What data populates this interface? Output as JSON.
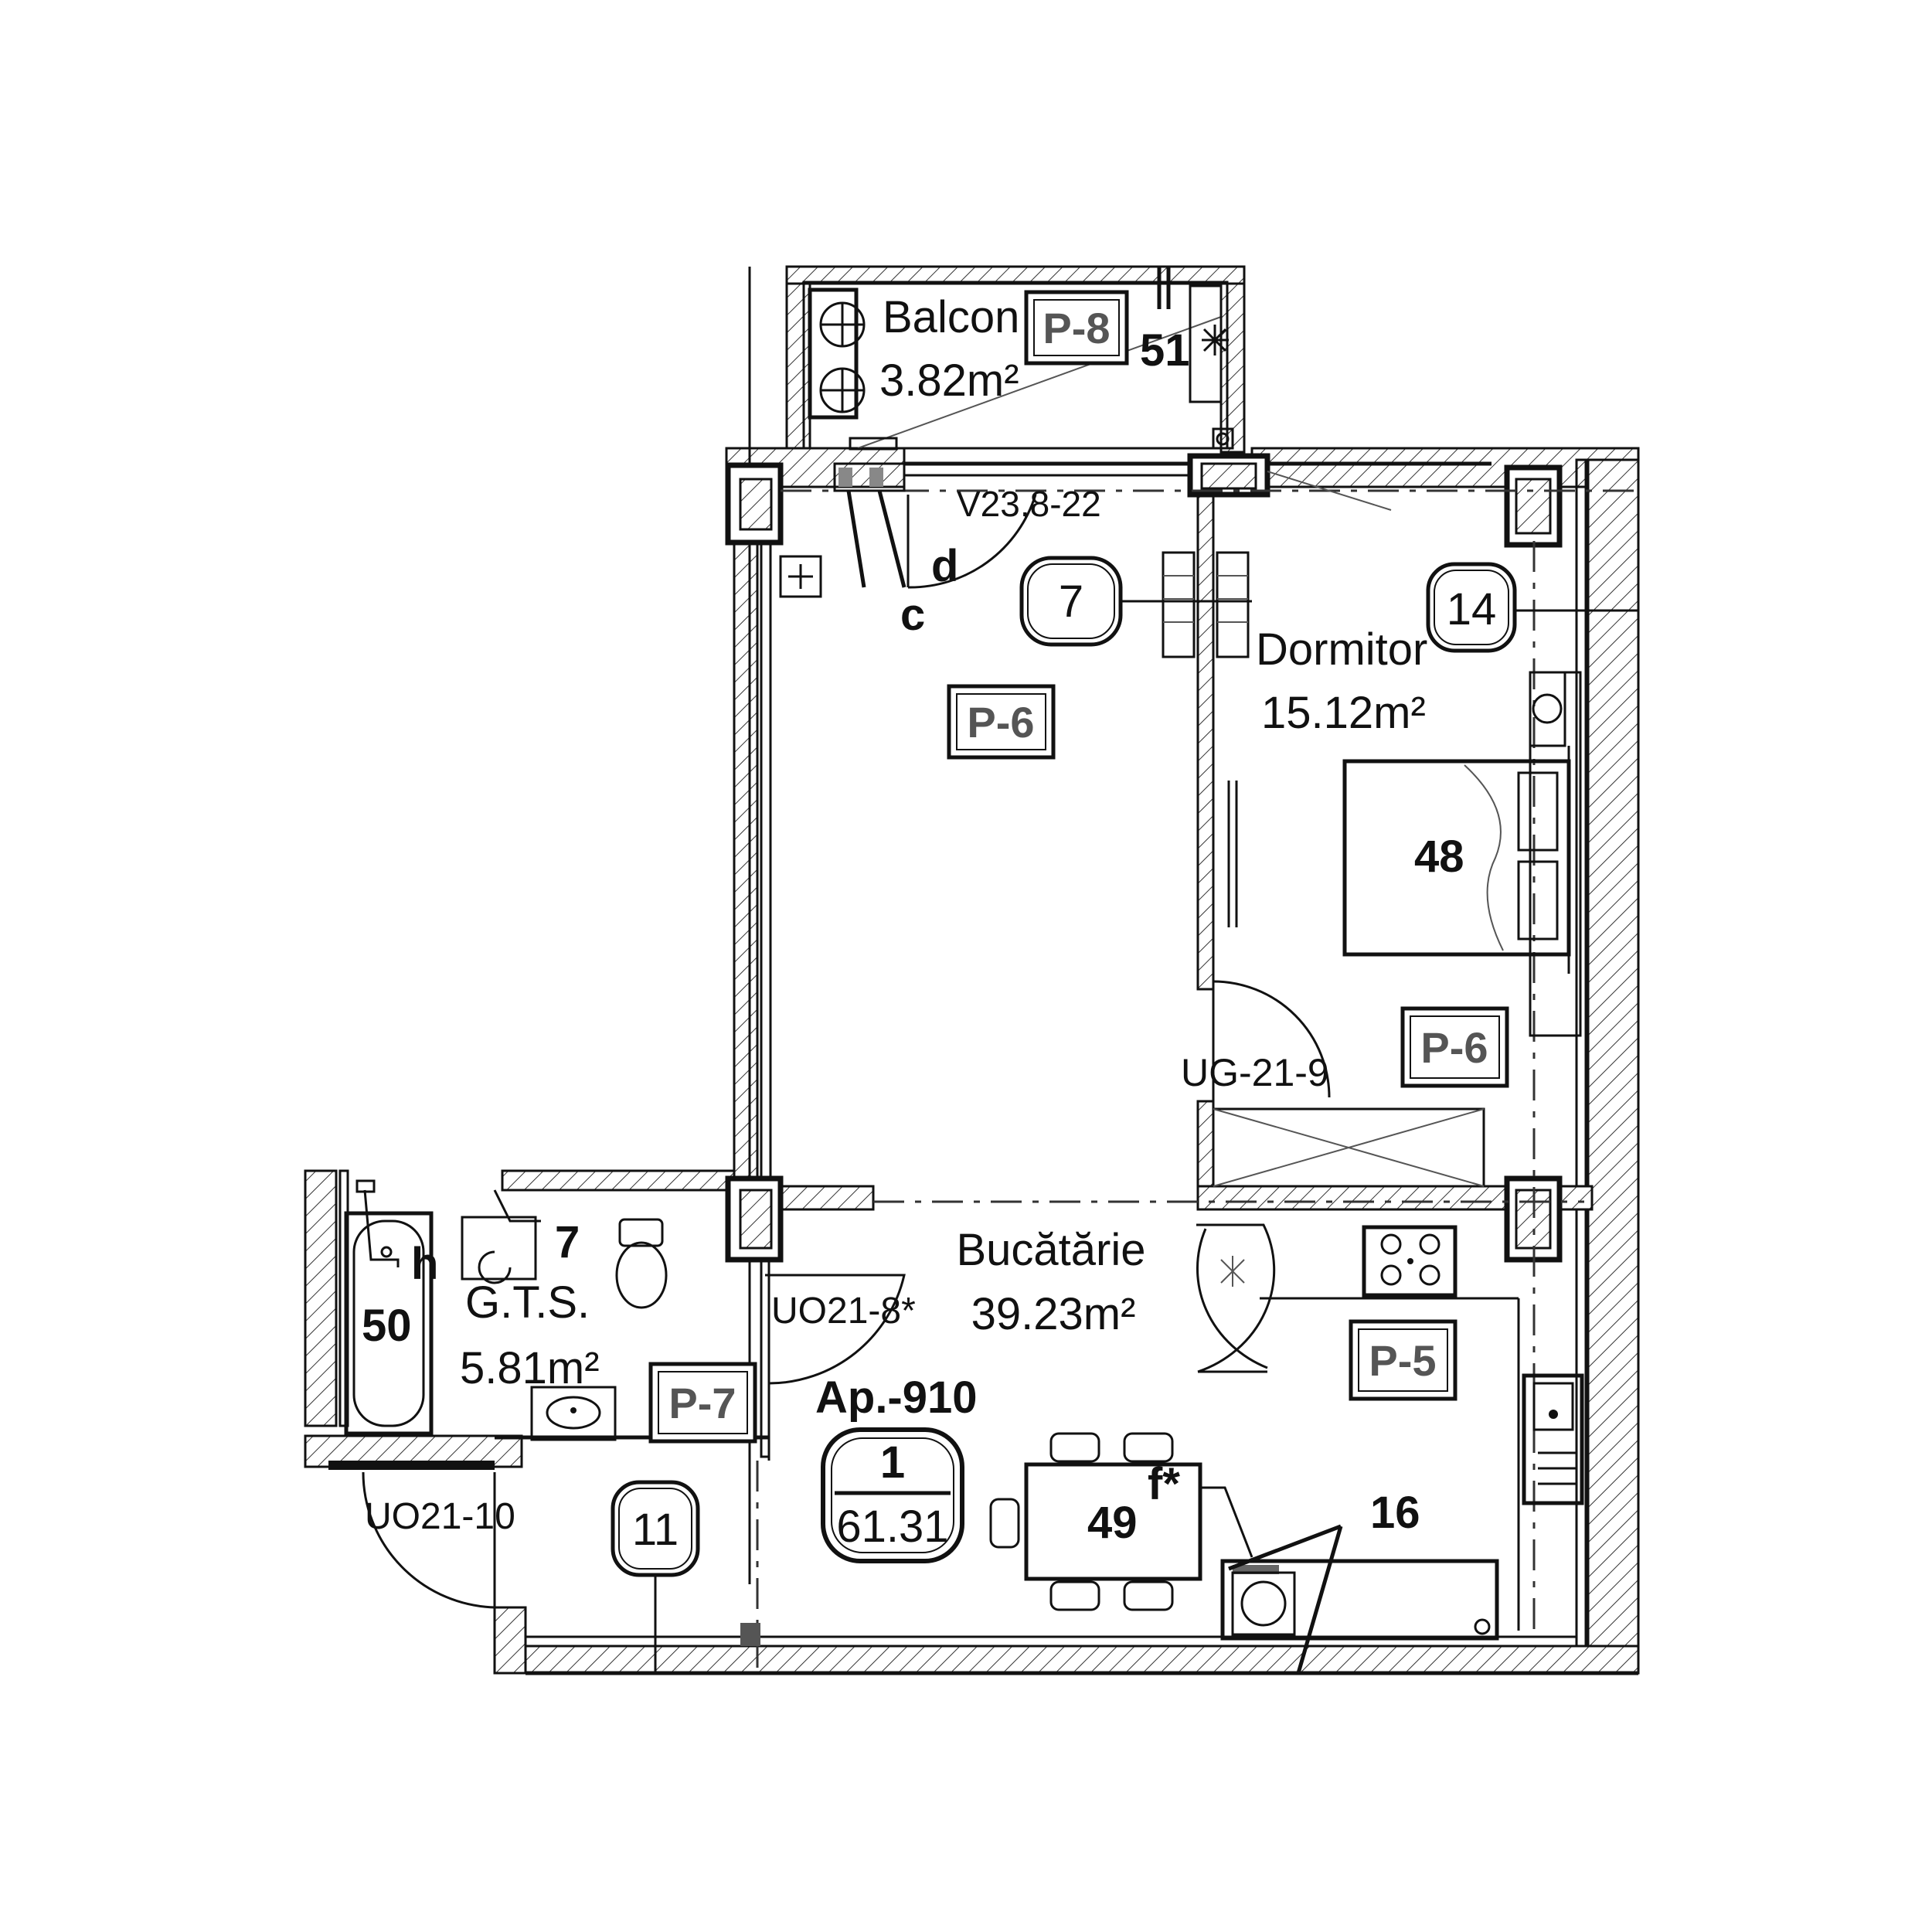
{
  "rooms": {
    "balcon": {
      "name": "Balcon",
      "area": "3.82m²",
      "tag": "P-8",
      "item": "51"
    },
    "dormitor": {
      "name": "Dormitor",
      "area": "15.12m²",
      "tag": "P-6",
      "item": "48",
      "circle": "14"
    },
    "hallway": {
      "tag": "P-6",
      "circle": "7"
    },
    "bucatarie": {
      "name": "Bucătărie",
      "area": "39.23m²",
      "tag": "P-5"
    },
    "gts": {
      "name": "G.T.S.",
      "area": "5.81m²",
      "tag": "P-7",
      "item_tub": "50",
      "item_7": "7",
      "h": "h"
    }
  },
  "apartment": {
    "label": "Ap.-910",
    "number": "1",
    "area": "61.31"
  },
  "doors": {
    "balcony_door": "V23,8-22",
    "bedroom_door": "UG-21-9",
    "bath_door": "UO21-8*",
    "entry_door": "UO21-10"
  },
  "markers": {
    "c": "c",
    "d": "d",
    "table_item": "49",
    "f": "f*",
    "kitchen_item": "16",
    "circle_11": "11"
  }
}
